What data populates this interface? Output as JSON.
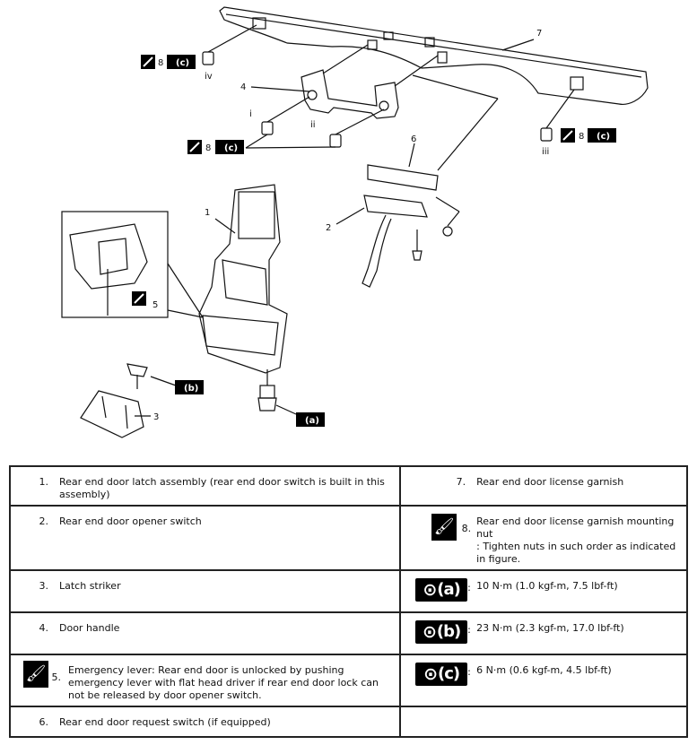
{
  "figure": {
    "callouts": {
      "c1": "1",
      "c2": "2",
      "c3": "3",
      "c4": "4",
      "c5": "5",
      "c6": "6",
      "c7": "7",
      "ri": "i",
      "rii": "ii",
      "riii": "iii",
      "riv": "iv"
    },
    "tags": {
      "tag_a": "(a)",
      "tag_b": "(b)",
      "tag_c": "(c)",
      "eight": "8"
    }
  },
  "legend": {
    "rows": [
      {
        "left_num": "1.",
        "left_text": "Rear end door latch assembly (rear end door switch is built in this assembly)",
        "right_num": "7.",
        "right_text": "Rear end door license garnish"
      },
      {
        "left_num": "2.",
        "left_text": "Rear end door opener switch",
        "right_num": "8.",
        "right_text": "Rear end door license garnish mounting nut\n: Tighten nuts in such order as indicated in figure."
      },
      {
        "left_num": "3.",
        "left_text": "Latch striker",
        "right_num": "(a)",
        "right_text": "10 N·m (1.0 kgf-m, 7.5 lbf-ft)"
      },
      {
        "left_num": "4.",
        "left_text": "Door handle",
        "right_num": "(b)",
        "right_text": "23 N·m (2.3 kgf-m, 17.0 lbf-ft)"
      },
      {
        "left_num": "5.",
        "left_text": "Emergency lever: Rear end door is unlocked by pushing emergency lever with flat head driver if rear end door lock can not be released by door opener switch.",
        "right_num": "(c)",
        "right_text": "6 N·m (0.6 kgf-m, 4.5 lbf-ft)"
      },
      {
        "left_num": "6.",
        "left_text": "Rear end door request switch (if equipped)",
        "right_num": "",
        "right_text": ""
      }
    ]
  },
  "icons": {
    "torque": "torque-wrench-icon",
    "grease": "grease-brush-icon"
  }
}
